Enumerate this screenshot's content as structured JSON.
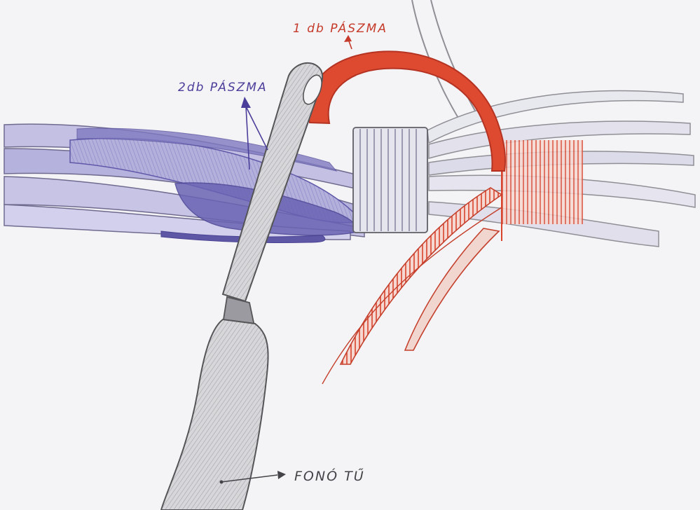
{
  "diagram": {
    "labels": {
      "red_strand": "1 db PÁSZMA",
      "blue_strands": "2db PÁSZMA",
      "needle": "FONÓ TŰ"
    },
    "colors": {
      "paper": "#f4f3f6",
      "blue_strand": "#9d98cf",
      "blue_strand_dark": "#5f58a8",
      "red_strand": "#d8432c",
      "red_outline": "#b53322",
      "pencil_grey": "#8f8f95",
      "pencil_dark": "#555558",
      "label_blue": "#4a3e9a",
      "label_red": "#c53a2a",
      "label_grey": "#444448"
    }
  }
}
